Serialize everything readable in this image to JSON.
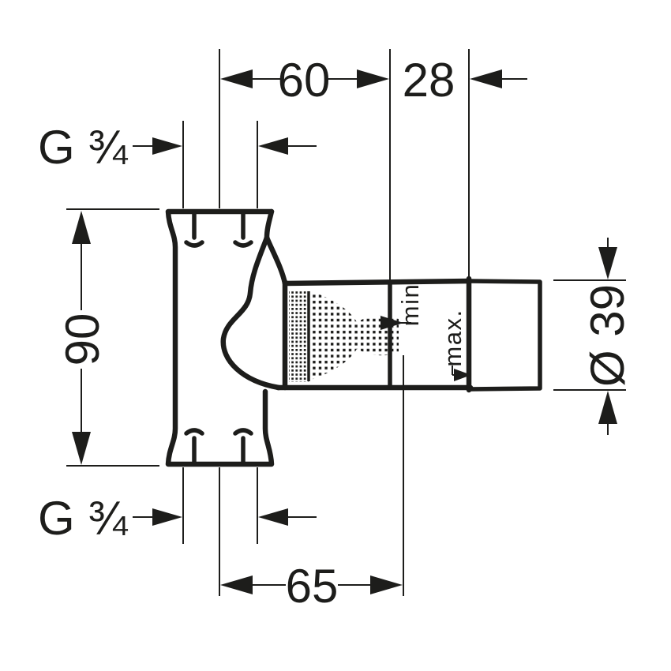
{
  "colors": {
    "ink": "#1d1d1b",
    "background": "#ffffff"
  },
  "dimensions": {
    "top_width": "60",
    "top_offset": "28",
    "thread_top": "G ¾",
    "body_height": "90",
    "diameter": "Ø 39",
    "depth": "65",
    "thread_bottom": "G ¾"
  },
  "labels": {
    "min": "min",
    "max": "max."
  }
}
